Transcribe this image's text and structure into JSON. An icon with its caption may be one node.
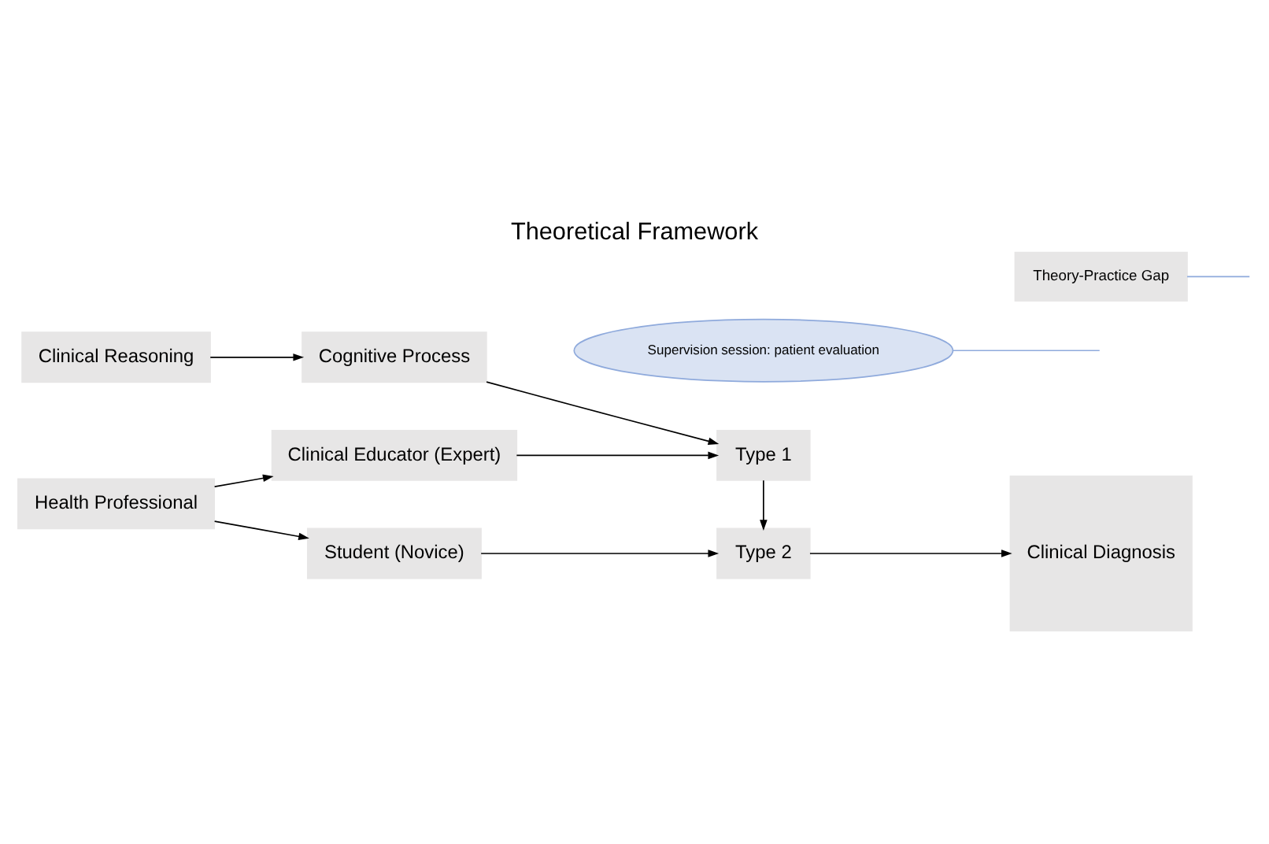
{
  "diagram": {
    "title": "Theoretical Framework",
    "nodes": [
      {
        "text": [
          "Clinical Reasoning"
        ]
      },
      {
        "text": [
          "Cognitive Process"
        ]
      },
      {
        "text": [
          "Supervision session: patient evaluation"
        ]
      },
      {
        "text": [
          "Health Professional"
        ]
      },
      {
        "text": [
          "Clinical Educator (Expert)"
        ]
      },
      {
        "text": [
          "Type 1"
        ]
      },
      {
        "text": [
          "Theory-Practice Gap"
        ]
      },
      {
        "text": [
          "Student (Novice)"
        ]
      },
      {
        "text": [
          "Type 2"
        ]
      },
      {
        "text": [
          "Clinical Diagnosis"
        ]
      }
    ],
    "edges": [
      {
        "from": 0,
        "to": 1,
        "arrow": "to"
      },
      {
        "from": 1,
        "to": 5,
        "arrow": "to"
      },
      {
        "from": 2,
        "to": null,
        "arrow": "none",
        "color": "#8faadc"
      },
      {
        "from": 3,
        "to": 4,
        "arrow": "to"
      },
      {
        "from": 4,
        "to": 5,
        "arrow": "to"
      },
      {
        "from": 5,
        "to": 8,
        "arrow": "to"
      },
      {
        "from": 6,
        "to": null,
        "arrow": "none",
        "color": "#8faadc"
      },
      {
        "from": 3,
        "to": 7,
        "arrow": "to"
      },
      {
        "from": 7,
        "to": 8,
        "arrow": "to"
      },
      {
        "from": 8,
        "to": 9,
        "arrow": "to"
      }
    ]
  }
}
